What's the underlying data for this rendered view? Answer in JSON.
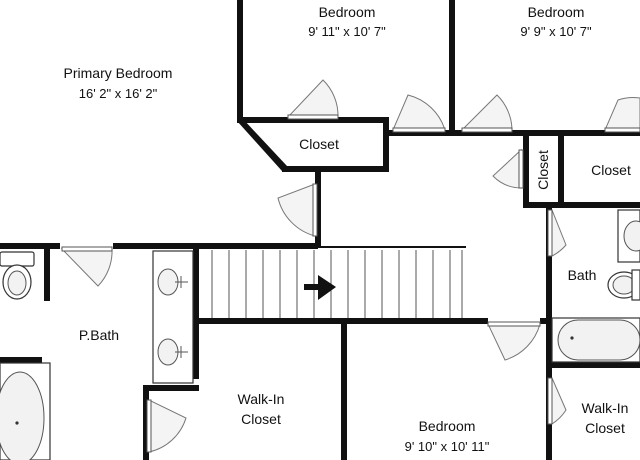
{
  "rooms": {
    "primary_bedroom": {
      "name": "Primary Bedroom",
      "size": "16' 2\" x 16' 2\""
    },
    "bedroom_top_left": {
      "name": "Bedroom",
      "size": "9' 11\" x 10' 7\""
    },
    "bedroom_top_right": {
      "name": "Bedroom",
      "size": "9' 9\" x 10' 7\""
    },
    "closet_left": {
      "name": "Closet"
    },
    "closet_middle": {
      "name": "Closet"
    },
    "closet_right": {
      "name": "Closet"
    },
    "primary_bath": {
      "name": "P.Bath"
    },
    "bath": {
      "name": "Bath"
    },
    "walk_in_closet_left": {
      "name_line1": "Walk-In",
      "name_line2": "Closet"
    },
    "walk_in_closet_right": {
      "name_line1": "Walk-In",
      "name_line2": "Closet"
    },
    "bedroom_bottom": {
      "name": "Bedroom",
      "size": "9' 10\" x 10' 11\""
    }
  },
  "colors": {
    "wall": "#111111",
    "background": "#ffffff"
  },
  "icons": {
    "stairs_direction": "right-arrow-icon"
  }
}
